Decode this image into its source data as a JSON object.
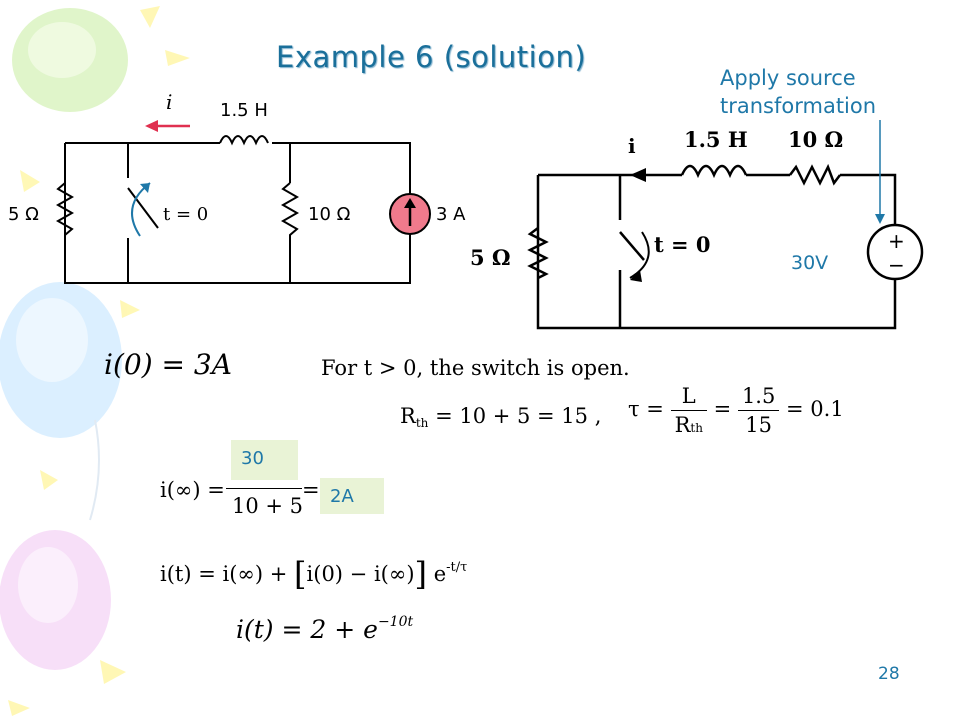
{
  "slide": {
    "title": "Example 6 (solution)",
    "page_number": "28"
  },
  "annotation": {
    "line1": "Apply source",
    "line2": "transformation",
    "source_label": "30V"
  },
  "circuit_left": {
    "current": "i",
    "inductor": "1.5 H",
    "resistor_left": "5 Ω",
    "switch": "t = 0",
    "resistor_mid": "10 Ω",
    "source": "3 A"
  },
  "circuit_right": {
    "current": "i",
    "inductor": "1.5 H",
    "resistor_series": "10 Ω",
    "resistor_left": "5 Ω",
    "switch": "t = 0",
    "plus": "+",
    "minus": "−"
  },
  "equations": {
    "i0_left": "i(0) = 3",
    "i0_unit": "A",
    "open_text": "For t > 0, the switch is open.",
    "rth_lhs": "R",
    "rth_sub": "th",
    "rth_rhs": "= 10 + 5 = 15 ,",
    "tau_sym": "τ =",
    "tau_num": "L",
    "tau_den": "R",
    "tau_den_sub": "th",
    "tau_eq": "=",
    "tau_num2": "1.5",
    "tau_den2": "15",
    "tau_val": "= 0.1",
    "iinf_lhs": "i(∞) =",
    "iinf_den": "10 + 5",
    "iinf_eq": "=",
    "box_num": "30",
    "box_result": "2A",
    "it_general_a": "i(t) = i(∞) +",
    "it_general_b": "i(0) − i(∞)",
    "it_general_e": "e",
    "it_general_exp": "-t/τ",
    "it_final": "i(t) = 2 + e",
    "it_final_exp": "−10t"
  },
  "colors": {
    "title": "#1a6f9a",
    "annotation": "#1f78a8",
    "highlight": "#e9f3d6",
    "source_fill": "#f07a8c"
  }
}
